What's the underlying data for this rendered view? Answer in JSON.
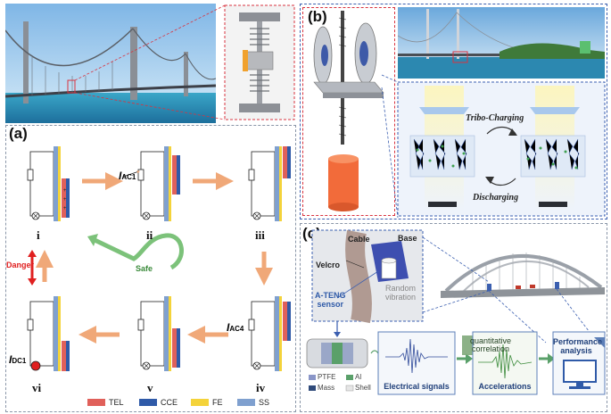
{
  "panels": {
    "a": "(a)",
    "b": "(b)",
    "c": "(c)"
  },
  "colors": {
    "TEL": "#e0605a",
    "CCE": "#2f5aa8",
    "FE": "#f4d33a",
    "SS": "#7fa0cf",
    "arrow": "#f0a878",
    "safe": "#7cc27a",
    "danger": "#e02020"
  },
  "panel_a": {
    "stages": [
      "i",
      "ii",
      "iii",
      "iv",
      "v",
      "vi"
    ],
    "current_labels": {
      "ac1": "I",
      "ac1_sub": "AC1",
      "ac4": "I",
      "ac4_sub": "AC4",
      "dc1": "I",
      "dc1_sub": "DC1"
    },
    "danger": "Danger",
    "safe": "Safe",
    "legend": [
      {
        "key": "TEL",
        "label": "TEL"
      },
      {
        "key": "CCE",
        "label": "CCE"
      },
      {
        "key": "FE",
        "label": "FE"
      },
      {
        "key": "SS",
        "label": "SS"
      }
    ]
  },
  "panel_b": {
    "tribo_charging": "Tribo-Charging",
    "discharging": "Discharging"
  },
  "panel_c": {
    "cable": "Cable",
    "base": "Base",
    "velcro": "Velcro",
    "ateng_line1": "A-TENG",
    "ateng_line2": "sensor",
    "random_line1": "Random",
    "random_line2": "vibration",
    "legend": [
      "PTFE",
      "Al",
      "Mass",
      "Shell"
    ],
    "electrical_signals": "Electrical signals",
    "quantitative_line1": "quantitative",
    "quantitative_line2": "correlation",
    "accelerations": "Accelerations",
    "performance_line1": "Performance",
    "performance_line2": "analysis"
  }
}
